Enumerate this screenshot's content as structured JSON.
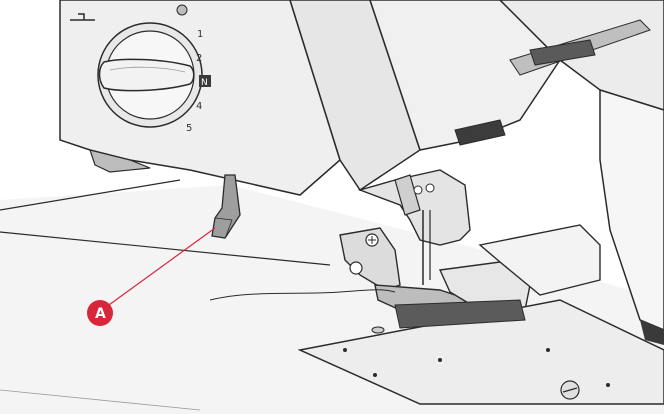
{
  "figure": {
    "dial": {
      "numbers": [
        "1",
        "2",
        "N",
        "4",
        "5"
      ]
    },
    "callout": {
      "label": "A",
      "color": "#d9263a"
    },
    "colors": {
      "body": "#f2f2f2",
      "outline": "#2b2b2b",
      "shadow": "#c8c8c8",
      "table": "#f4f4f4"
    }
  }
}
